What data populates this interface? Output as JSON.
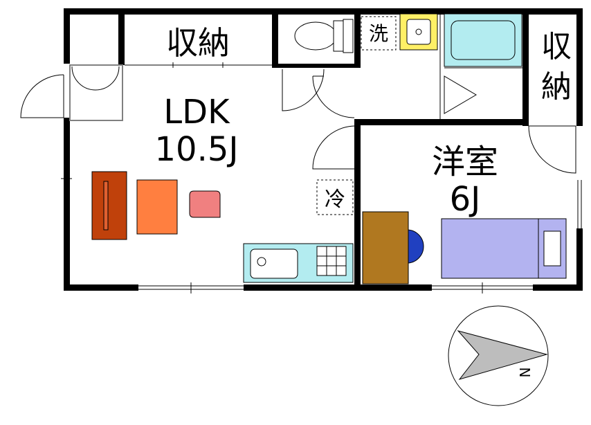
{
  "rooms": {
    "storage_top": "収納",
    "storage_right_line1": "収",
    "storage_right_line2": "納",
    "ldk_name": "LDK",
    "ldk_size": "10.5J",
    "western_name": "洋室",
    "western_size": "6J",
    "washer": "洗",
    "fridge": "冷"
  },
  "compass": {
    "north_label": "N"
  },
  "colors": {
    "wall": "#000000",
    "door_line": "#000000",
    "bath": "#b3ecf0",
    "sink_yellow": "#fff066",
    "table_brown": "#c0410b",
    "table_orange": "#ff7f40",
    "chair_pink": "#f08080",
    "desk_brown": "#b07820",
    "desk_chair": "#2040c0",
    "bed": "#b3b3f0",
    "compass_fill": "#bdbdbd"
  }
}
